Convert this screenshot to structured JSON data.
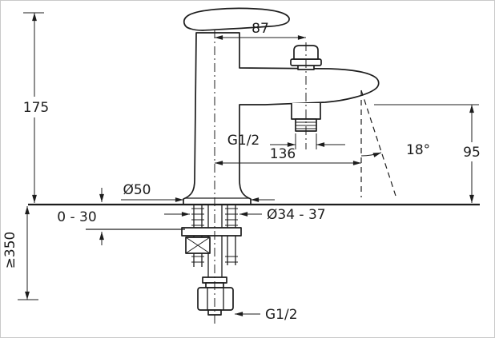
{
  "drawing": {
    "type": "technical-dimension-drawing",
    "subject": "single-hole bath/shower mixer faucet, side elevation",
    "colors": {
      "line": "#1d1d1d",
      "background": "#ffffff",
      "frame": "#c9c9c9"
    },
    "labels": {
      "dim_top_offset": "87",
      "dim_height": "175",
      "thread_handshower": "G1/2",
      "dim_spout_reach": "136",
      "angle": "18°",
      "dim_outlet_height": "95",
      "dim_base_diameter": "Ø50",
      "dim_deck_thickness": "0 - 30",
      "dim_hole_diameter": "Ø34 - 37",
      "dim_min_hose_length": "≥350",
      "thread_bottom": "G1/2"
    }
  }
}
